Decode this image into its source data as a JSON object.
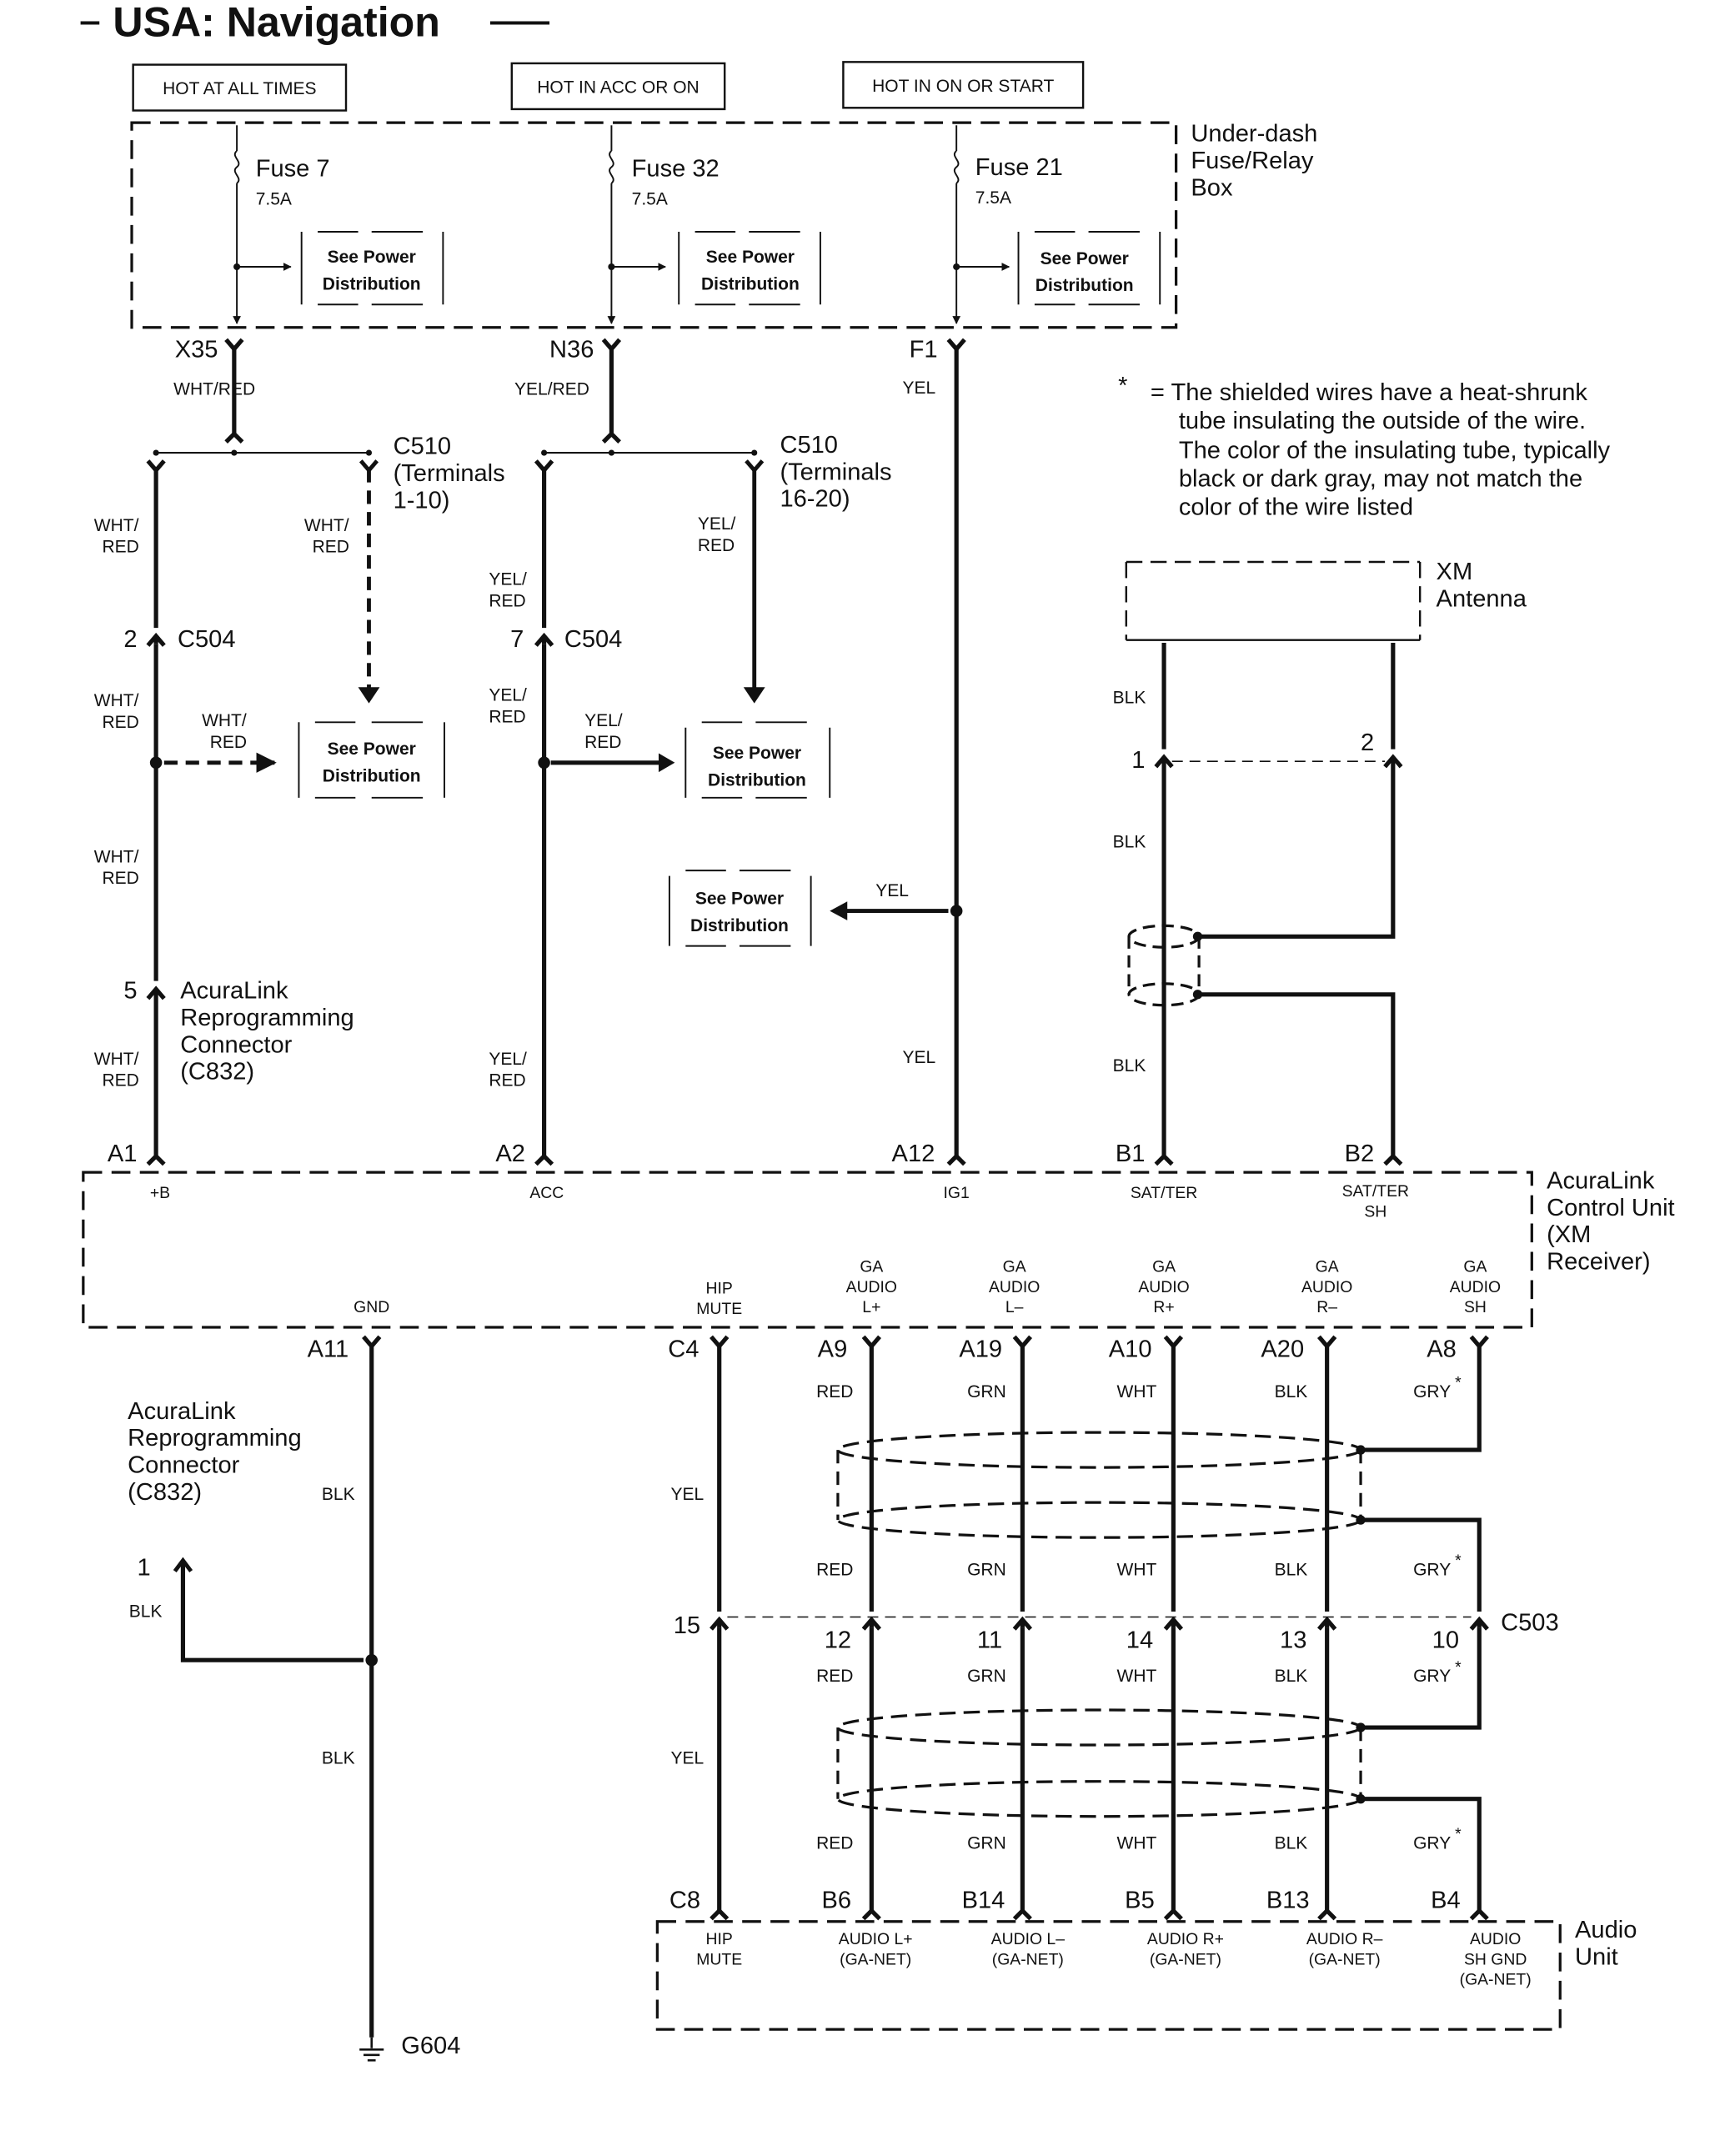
{
  "title": "USA: Navigation",
  "power_sources": [
    "HOT AT ALL TIMES",
    "HOT IN ACC OR ON",
    "HOT IN ON OR START"
  ],
  "fuse_box_label": [
    "Under-dash",
    "Fuse/Relay",
    "Box"
  ],
  "fuses": [
    {
      "name": "Fuse 7",
      "rating": "7.5A",
      "terminal": "X35",
      "wire": "WHT/RED"
    },
    {
      "name": "Fuse 32",
      "rating": "7.5A",
      "terminal": "N36",
      "wire": "YEL/RED"
    },
    {
      "name": "Fuse 21",
      "rating": "7.5A",
      "terminal": "F1",
      "wire": "YEL"
    }
  ],
  "see_power_distribution": [
    "See Power",
    "Distribution"
  ],
  "note": {
    "symbol": "*",
    "lines": [
      "= The shielded wires have a heat-shrunk",
      "tube insulating the outside of the wire.",
      "The color of the insulating tube, typically",
      "black or dark gray, may not match the",
      "color of the wire listed"
    ]
  },
  "c510_left": {
    "name": "C510",
    "terms": [
      "(Terminals",
      "1-10)"
    ]
  },
  "c510_right": {
    "name": "C510",
    "terms": [
      "(Terminals",
      "16-20)"
    ]
  },
  "wire_labels": {
    "wht": "WHT/",
    "red": "RED",
    "yel": "YEL/",
    "yel_plain": "YEL",
    "blk": "BLK",
    "grn": "GRN",
    "wht_plain": "WHT",
    "gry": "GRY",
    "star": "*"
  },
  "c504": {
    "name": "C504",
    "pin_left": "2",
    "pin_mid": "7"
  },
  "reprog_connector": {
    "pin": "5",
    "lines": [
      "AcuraLink",
      "Reprogramming",
      "Connector",
      "(C832)"
    ]
  },
  "reprog_connector_ground": {
    "pin": "1",
    "lines": [
      "AcuraLink",
      "Reprogramming",
      "Connector",
      "(C832)"
    ]
  },
  "xm_antenna": {
    "lines": [
      "XM",
      "Antenna"
    ],
    "pin1": "1",
    "pin2": "2"
  },
  "control_unit": {
    "label": [
      "AcuraLink",
      "Control Unit",
      "(XM",
      "Receiver)"
    ],
    "top_pins": [
      {
        "pin": "A1",
        "name": [
          "+B"
        ]
      },
      {
        "pin": "A2",
        "name": [
          "ACC"
        ]
      },
      {
        "pin": "A12",
        "name": [
          "IG1"
        ]
      },
      {
        "pin": "B1",
        "name": [
          "SAT/TER"
        ]
      },
      {
        "pin": "B2",
        "name": [
          "SAT/TER",
          "SH"
        ]
      }
    ],
    "bottom_pins": [
      {
        "pin": "A11",
        "name": [
          "GND"
        ]
      },
      {
        "pin": "C4",
        "name": [
          "HIP",
          "MUTE"
        ]
      },
      {
        "pin": "A9",
        "name": [
          "GA",
          "AUDIO",
          "L+"
        ]
      },
      {
        "pin": "A19",
        "name": [
          "GA",
          "AUDIO",
          "L–"
        ]
      },
      {
        "pin": "A10",
        "name": [
          "GA",
          "AUDIO",
          "R+"
        ]
      },
      {
        "pin": "A20",
        "name": [
          "GA",
          "AUDIO",
          "R–"
        ]
      },
      {
        "pin": "A8",
        "name": [
          "GA",
          "AUDIO",
          "SH"
        ]
      }
    ]
  },
  "c503": {
    "name": "C503",
    "pins": [
      "15",
      "12",
      "11",
      "14",
      "13",
      "10"
    ]
  },
  "audio_unit": {
    "label": [
      "Audio",
      "Unit"
    ],
    "pins": [
      {
        "pin": "C8",
        "name": [
          "HIP",
          "MUTE"
        ]
      },
      {
        "pin": "B6",
        "name": [
          "AUDIO L+",
          "(GA-NET)"
        ]
      },
      {
        "pin": "B14",
        "name": [
          "AUDIO L–",
          "(GA-NET)"
        ]
      },
      {
        "pin": "B5",
        "name": [
          "AUDIO R+",
          "(GA-NET)"
        ]
      },
      {
        "pin": "B13",
        "name": [
          "AUDIO R–",
          "(GA-NET)"
        ]
      },
      {
        "pin": "B4",
        "name": [
          "AUDIO",
          "SH GND",
          "(GA-NET)"
        ]
      }
    ]
  },
  "ground": "G604"
}
